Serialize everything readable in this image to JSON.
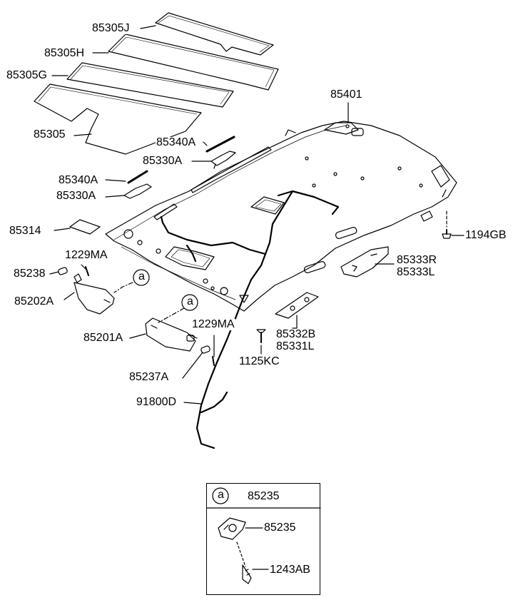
{
  "labels": {
    "p85305J": "85305J",
    "p85305H": "85305H",
    "p85305G": "85305G",
    "p85305": "85305",
    "p85401": "85401",
    "p85340A_top": "85340A",
    "p85330A_top": "85330A",
    "p85340A_left": "85340A",
    "p85330A_left": "85330A",
    "p85314": "85314",
    "p1229MA_left": "1229MA",
    "p85238": "85238",
    "p85202A": "85202A",
    "p85201A": "85201A",
    "p1229MA_mid": "1229MA",
    "p85237A": "85237A",
    "p91800D": "91800D",
    "p1194GB": "1194GB",
    "p85333R": "85333R",
    "p85333L": "85333L",
    "p85332B": "85332B",
    "p85331L": "85331L",
    "p1125KC": "1125KC"
  },
  "callouts": {
    "a_left": "a",
    "a_mid": "a"
  },
  "legend": {
    "header_letter": "a",
    "header_part": "85235",
    "part_clip": "85235",
    "part_screw": "1243AB"
  }
}
